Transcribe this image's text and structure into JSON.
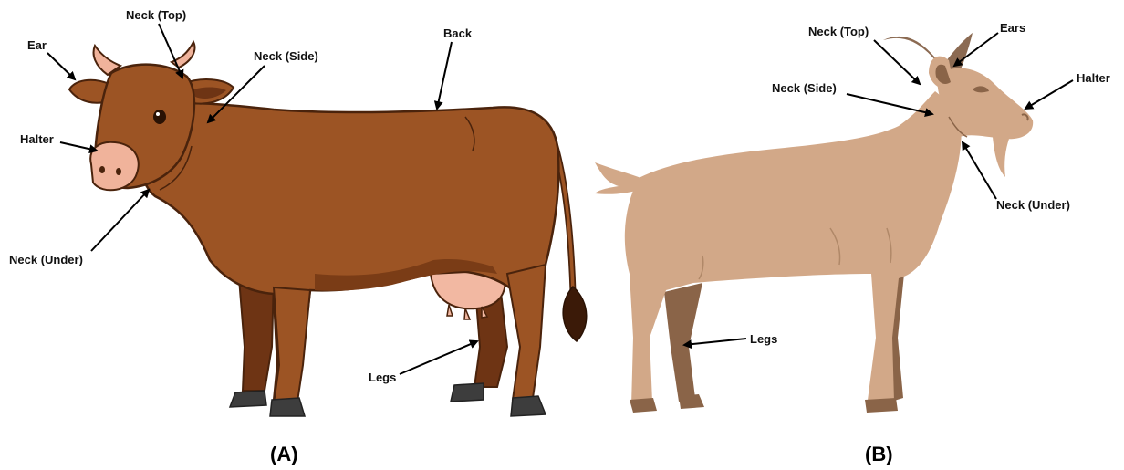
{
  "panels": {
    "a": {
      "caption": "(A)"
    },
    "b": {
      "caption": "(B)"
    }
  },
  "cow": {
    "labels": {
      "ear": "Ear",
      "neck_top": "Neck (Top)",
      "neck_side": "Neck (Side)",
      "back": "Back",
      "halter": "Halter",
      "neck_under": "Neck (Under)",
      "legs": "Legs"
    }
  },
  "goat": {
    "labels": {
      "neck_top": "Neck (Top)",
      "ears": "Ears",
      "halter": "Halter",
      "neck_side": "Neck (Side)",
      "neck_under": "Neck (Under)",
      "legs": "Legs"
    }
  },
  "colors": {
    "cow_body": "#9c5424",
    "cow_dark": "#6e3414",
    "cow_outline": "#4a230c",
    "cow_nose": "#f0b39b",
    "udder": "#f2b8a2",
    "hoof": "#3d3d3d",
    "goat_body": "#d2a888",
    "goat_dark": "#8a6448",
    "goat_horn": "#8b6a52"
  }
}
